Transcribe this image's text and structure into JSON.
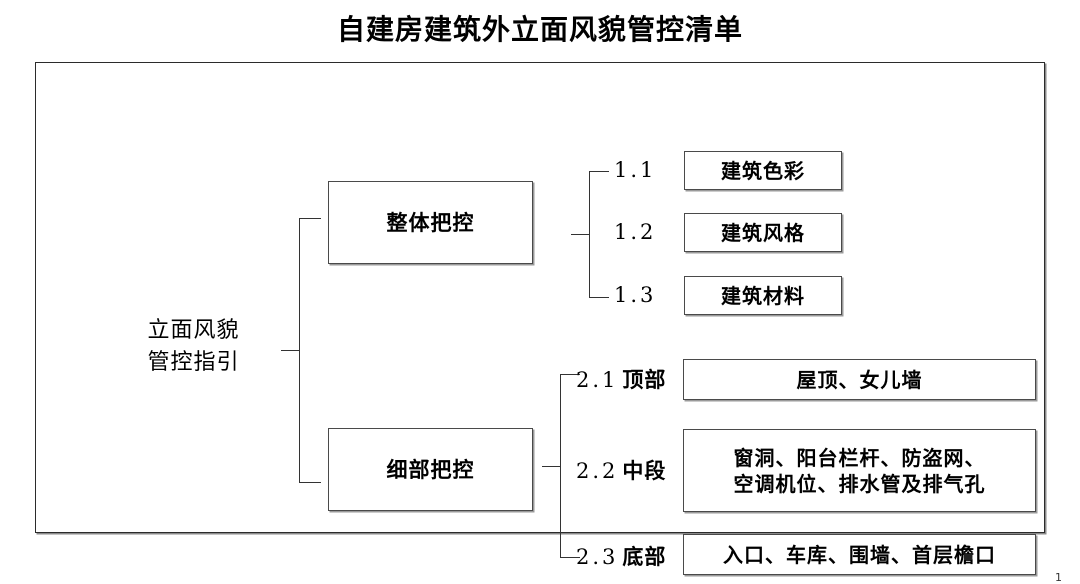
{
  "document": {
    "title": "自建房建筑外立面风貌管控清单",
    "page_number": "1"
  },
  "diagram": {
    "type": "tree",
    "root": {
      "label": "立面风貌\n管控指引",
      "line1": "立面风貌",
      "line2": "管控指引"
    },
    "branches": [
      {
        "id": "overall",
        "label": "整体把控",
        "children": [
          {
            "number": "1.1",
            "subtitle": "",
            "content": "建筑色彩"
          },
          {
            "number": "1.2",
            "subtitle": "",
            "content": "建筑风格"
          },
          {
            "number": "1.3",
            "subtitle": "",
            "content": "建筑材料"
          }
        ]
      },
      {
        "id": "detail",
        "label": "细部把控",
        "children": [
          {
            "number": "2.1",
            "subtitle": "顶部",
            "content": "屋顶、女儿墙",
            "content_line1": "屋顶、女儿墙",
            "content_line2": ""
          },
          {
            "number": "2.2",
            "subtitle": "中段",
            "content": "窗洞、阳台栏杆、防盗网、空调机位、排水管及排气孔",
            "content_line1": "窗洞、阳台栏杆、防盗网、",
            "content_line2": "空调机位、排水管及排气孔"
          },
          {
            "number": "2.3",
            "subtitle": "底部",
            "content": "入口、车库、围墙、首层檐口",
            "content_line1": "入口、车库、围墙、首层檐口",
            "content_line2": ""
          }
        ]
      }
    ]
  },
  "colors": {
    "text": "#000000",
    "box_border": "#4a4a4a",
    "frame_border": "#2b2b2b",
    "connector": "#333333",
    "background": "#ffffff"
  }
}
